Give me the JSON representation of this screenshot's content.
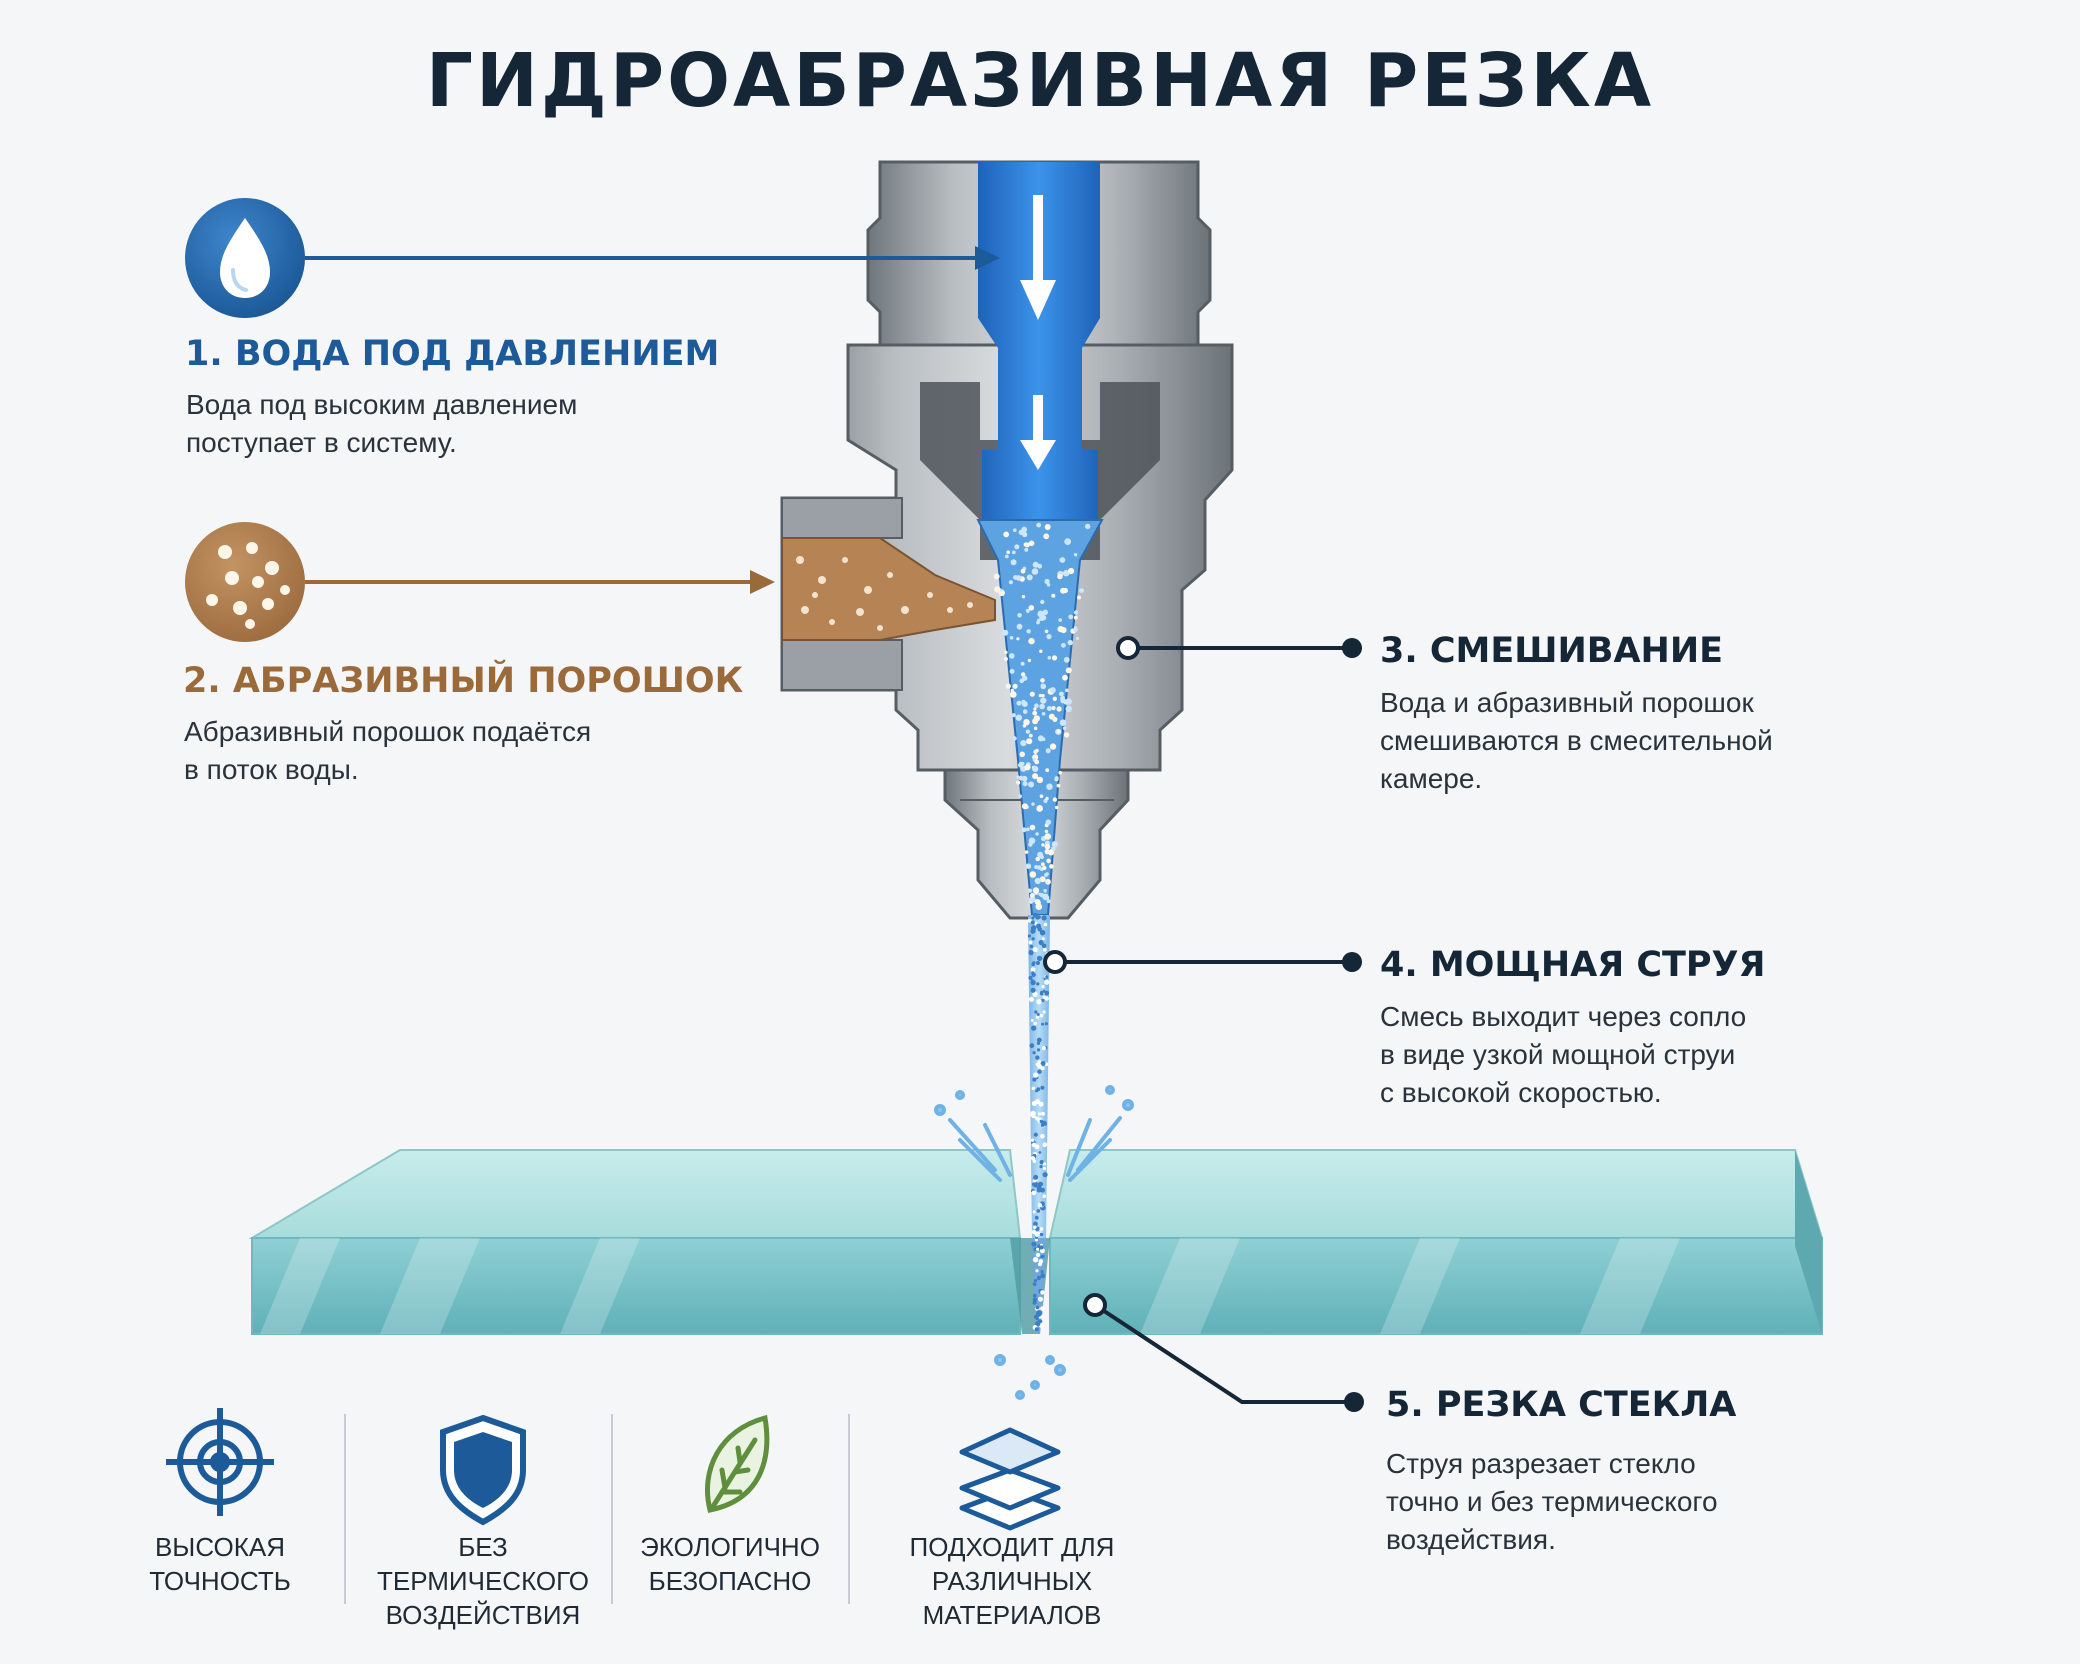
{
  "title": "ГИДРОАБРАЗИВНАЯ РЕЗКА",
  "steps": [
    {
      "title": "1. ВОДА ПОД ДАВЛЕНИЕМ",
      "text": "Вода под высоким давлением\nпоступает в систему.",
      "icon": "water-drop-icon",
      "color": "#1c5a99"
    },
    {
      "title": "2. АБРАЗИВНЫЙ ПОРОШОК",
      "text": "Абразивный порошок подаётся\nв поток воды.",
      "icon": "abrasive-powder-icon",
      "color": "#9b6a3b"
    },
    {
      "title": "3. СМЕШИВАНИЕ",
      "text": "Вода и абразивный порошок\nсмешиваются в смесительной\nкамере."
    },
    {
      "title": "4. МОЩНАЯ СТРУЯ",
      "text": "Смесь выходит через сопло\nв виде узкой мощной струи\nс высокой скоростью."
    },
    {
      "title": "5. РЕЗКА СТЕКЛА",
      "text": "Струя разрезает стекло\nточно и без термического\nвоздействия."
    }
  ],
  "features": [
    {
      "label": "ВЫСОКАЯ\nТОЧНОСТЬ",
      "icon": "target-icon"
    },
    {
      "label": "БЕЗ ТЕРМИЧЕСКОГО\nВОЗДЕЙСТВИЯ",
      "icon": "shield-icon"
    },
    {
      "label": "ЭКОЛОГИЧНО\nБЕЗОПАСНО",
      "icon": "leaf-icon"
    },
    {
      "label": "ПОДХОДИТ ДЛЯ РАЗЛИЧНЫХ\nМАТЕРИАЛОВ",
      "icon": "layers-icon"
    }
  ],
  "colors": {
    "accent_blue": "#1c5a99",
    "accent_brown": "#9b6a3b",
    "metal": "#8c9399",
    "water": "#2f7fd6",
    "glass": "#9ed3d6"
  }
}
